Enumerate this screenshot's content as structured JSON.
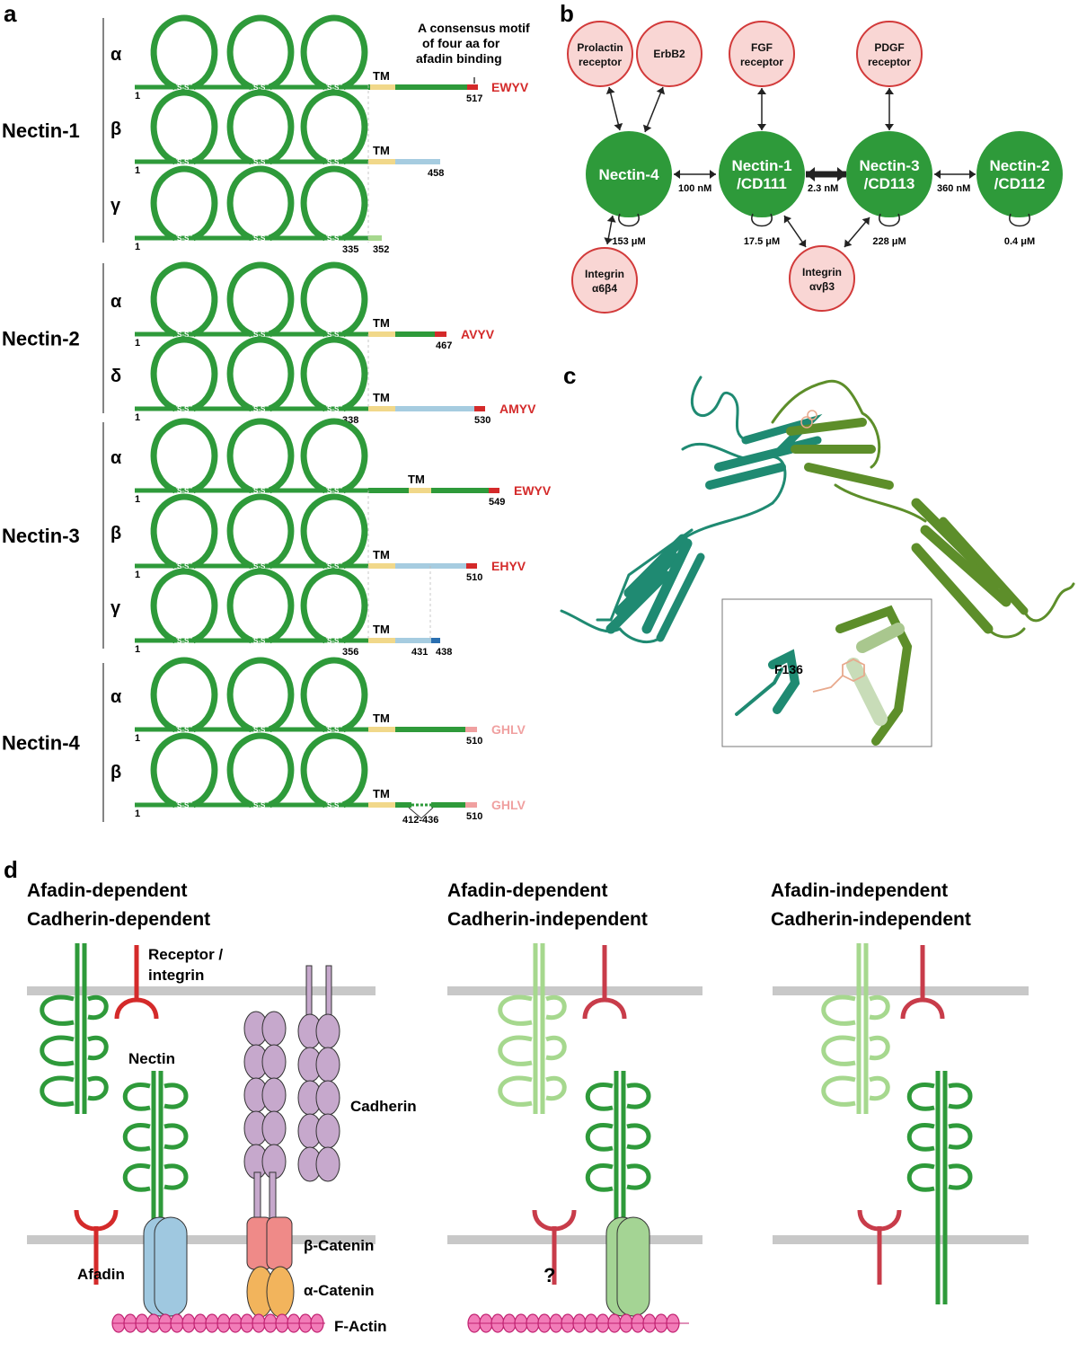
{
  "panels": {
    "a": "a",
    "b": "b",
    "c": "c",
    "d": "d"
  },
  "panel_a": {
    "annotation": [
      "A consensus motif",
      "of four aa for",
      "afadin binding"
    ],
    "tm_label": "TM",
    "start_label": "1",
    "families": [
      {
        "name": "Nectin-1",
        "isoforms": [
          {
            "label": "α",
            "end": "517",
            "motif": "EWYV",
            "motif_color": "#d42a2a"
          },
          {
            "label": "β",
            "end": "458",
            "motif": "",
            "motif_color": ""
          },
          {
            "label": "γ",
            "mid": "335",
            "end": "352",
            "motif": "",
            "motif_color": ""
          }
        ]
      },
      {
        "name": "Nectin-2",
        "isoforms": [
          {
            "label": "α",
            "end": "467",
            "motif": "AVYV",
            "motif_color": "#d42a2a"
          },
          {
            "label": "δ",
            "mid": "338",
            "end": "530",
            "motif": "AMYV",
            "motif_color": "#d42a2a"
          }
        ]
      },
      {
        "name": "Nectin-3",
        "isoforms": [
          {
            "label": "α",
            "end": "549",
            "motif": "EWYV",
            "motif_color": "#d42a2a"
          },
          {
            "label": "β",
            "end": "510",
            "motif": "EHYV",
            "motif_color": "#d42a2a"
          },
          {
            "label": "γ",
            "mid": "356",
            "mid2": "431",
            "end": "438",
            "motif": "",
            "motif_color": ""
          }
        ]
      },
      {
        "name": "Nectin-4",
        "isoforms": [
          {
            "label": "α",
            "end": "510",
            "motif": "GHLV",
            "motif_color": "#f0a0a0"
          },
          {
            "label": "β",
            "deletion": "412-436",
            "end": "510",
            "motif": "GHLV",
            "motif_color": "#f0a0a0"
          }
        ]
      }
    ]
  },
  "panel_b": {
    "nectins": [
      {
        "l1": "Nectin-4",
        "l2": ""
      },
      {
        "l1": "Nectin-1",
        "l2": "/CD111"
      },
      {
        "l1": "Nectin-3",
        "l2": "/CD113"
      },
      {
        "l1": "Nectin-2",
        "l2": "/CD112"
      }
    ],
    "partners": [
      {
        "l1": "Prolactin",
        "l2": "receptor"
      },
      {
        "l1": "ErbB2",
        "l2": ""
      },
      {
        "l1": "FGF",
        "l2": "receptor"
      },
      {
        "l1": "PDGF",
        "l2": "receptor"
      },
      {
        "l1": "Integrin",
        "l2": "α6β4"
      },
      {
        "l1": "Integrin",
        "l2": "αvβ3"
      }
    ],
    "hetero_kd": [
      "100 nM",
      "2.3 nM",
      "360 nM"
    ],
    "homo_kd": [
      "153 μM",
      "17.5 μM",
      "228 μM",
      "0.4 μM"
    ]
  },
  "panel_c": {
    "residue": "F136"
  },
  "panel_d": {
    "titles": [
      [
        "Afadin-dependent",
        "Cadherin-dependent"
      ],
      [
        "Afadin-dependent",
        "Cadherin-independent"
      ],
      [
        "Afadin-independent",
        "Cadherin-independent"
      ]
    ],
    "labels": {
      "receptor": [
        "Receptor /",
        "integrin"
      ],
      "nectin": "Nectin",
      "cadherin": "Cadherin",
      "afadin": "Afadin",
      "beta_catenin": "β-Catenin",
      "alpha_catenin": "α-Catenin",
      "factin": "F-Actin",
      "question": "?"
    }
  },
  "colors": {
    "nectin": "#2e9a3a",
    "nectin_light": "#a6d88e",
    "tm": "#f1d88a",
    "cyto_alt": "#a6cce0",
    "motif_red": "#d42a2a",
    "partner_fill": "#f9d6d4",
    "partner_stroke": "#d23a3a",
    "cadherin": "#c6a8cc",
    "afadin": "#9fc8e0",
    "beta_catenin": "#ef8a88",
    "alpha_catenin": "#f2b45c",
    "actin": "#f27cb8",
    "membrane": "#c8c8c8"
  }
}
